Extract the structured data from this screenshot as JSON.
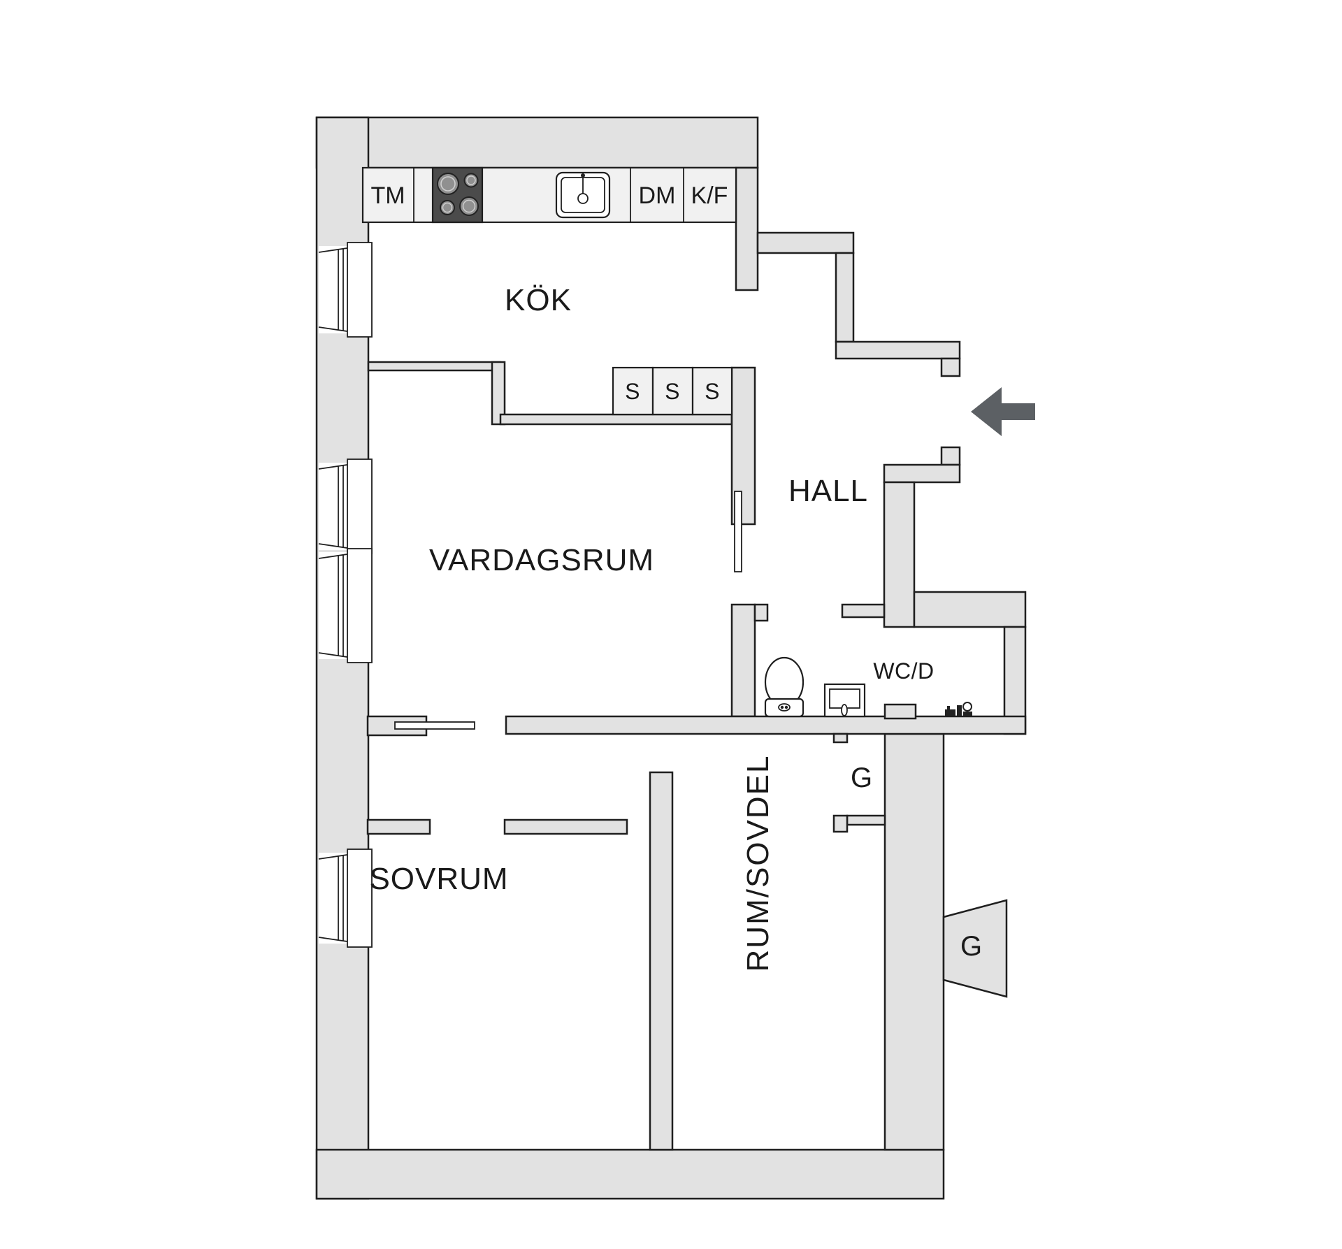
{
  "plan": {
    "rooms": {
      "kitchen": "KÖK",
      "hall": "HALL",
      "living_room": "VARDAGSRUM",
      "bathroom": "WC/D",
      "bedroom": "SOVRUM",
      "second_room": "RUM/SOVDEL"
    },
    "labels": {
      "washing_machine": "TM",
      "dishwasher": "DM",
      "fridge_freezer": "K/F",
      "cabinet": "S",
      "wardrobe": "G"
    },
    "colors": {
      "wall_fill": "#e2e2e2",
      "outline": "#1f1f1f",
      "fixture_fill": "#f1f1f1",
      "stove_fill": "#4b4b4b",
      "arrow": "#5c6064",
      "background": "#ffffff"
    }
  }
}
